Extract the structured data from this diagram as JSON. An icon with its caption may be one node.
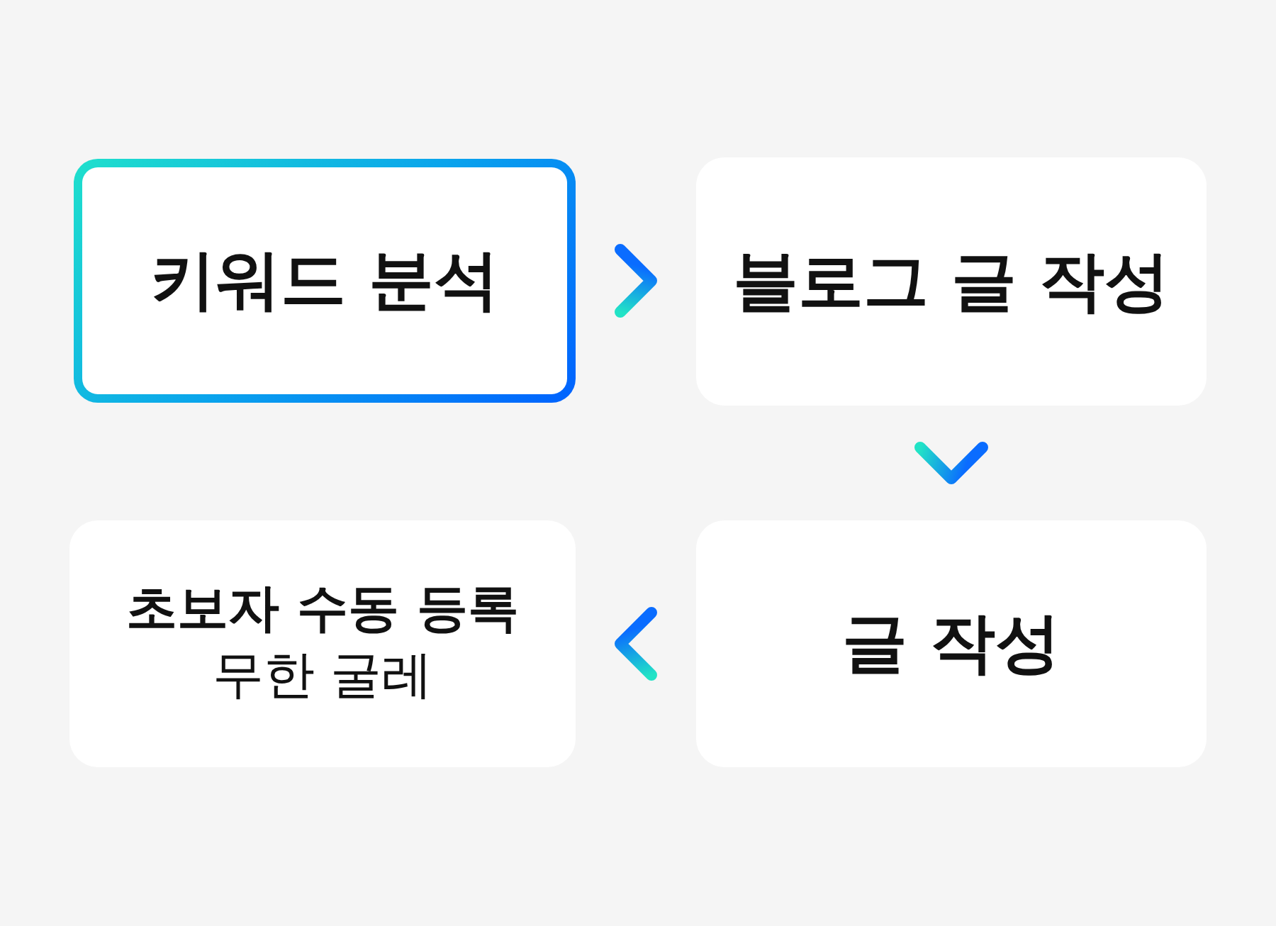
{
  "diagram": {
    "nodes": [
      {
        "text": [
          "키워드 분석"
        ]
      },
      {
        "text": [
          "블로그 글 작성"
        ]
      },
      {
        "text": [
          "초보자 수동 등록",
          "무한 굴레"
        ]
      },
      {
        "text": [
          "글 작성"
        ]
      }
    ],
    "edges": [
      {
        "from": 0,
        "to": 1,
        "arrow": "to"
      },
      {
        "from": 1,
        "to": 3,
        "arrow": "to"
      },
      {
        "from": 3,
        "to": 2,
        "arrow": "to"
      }
    ]
  }
}
